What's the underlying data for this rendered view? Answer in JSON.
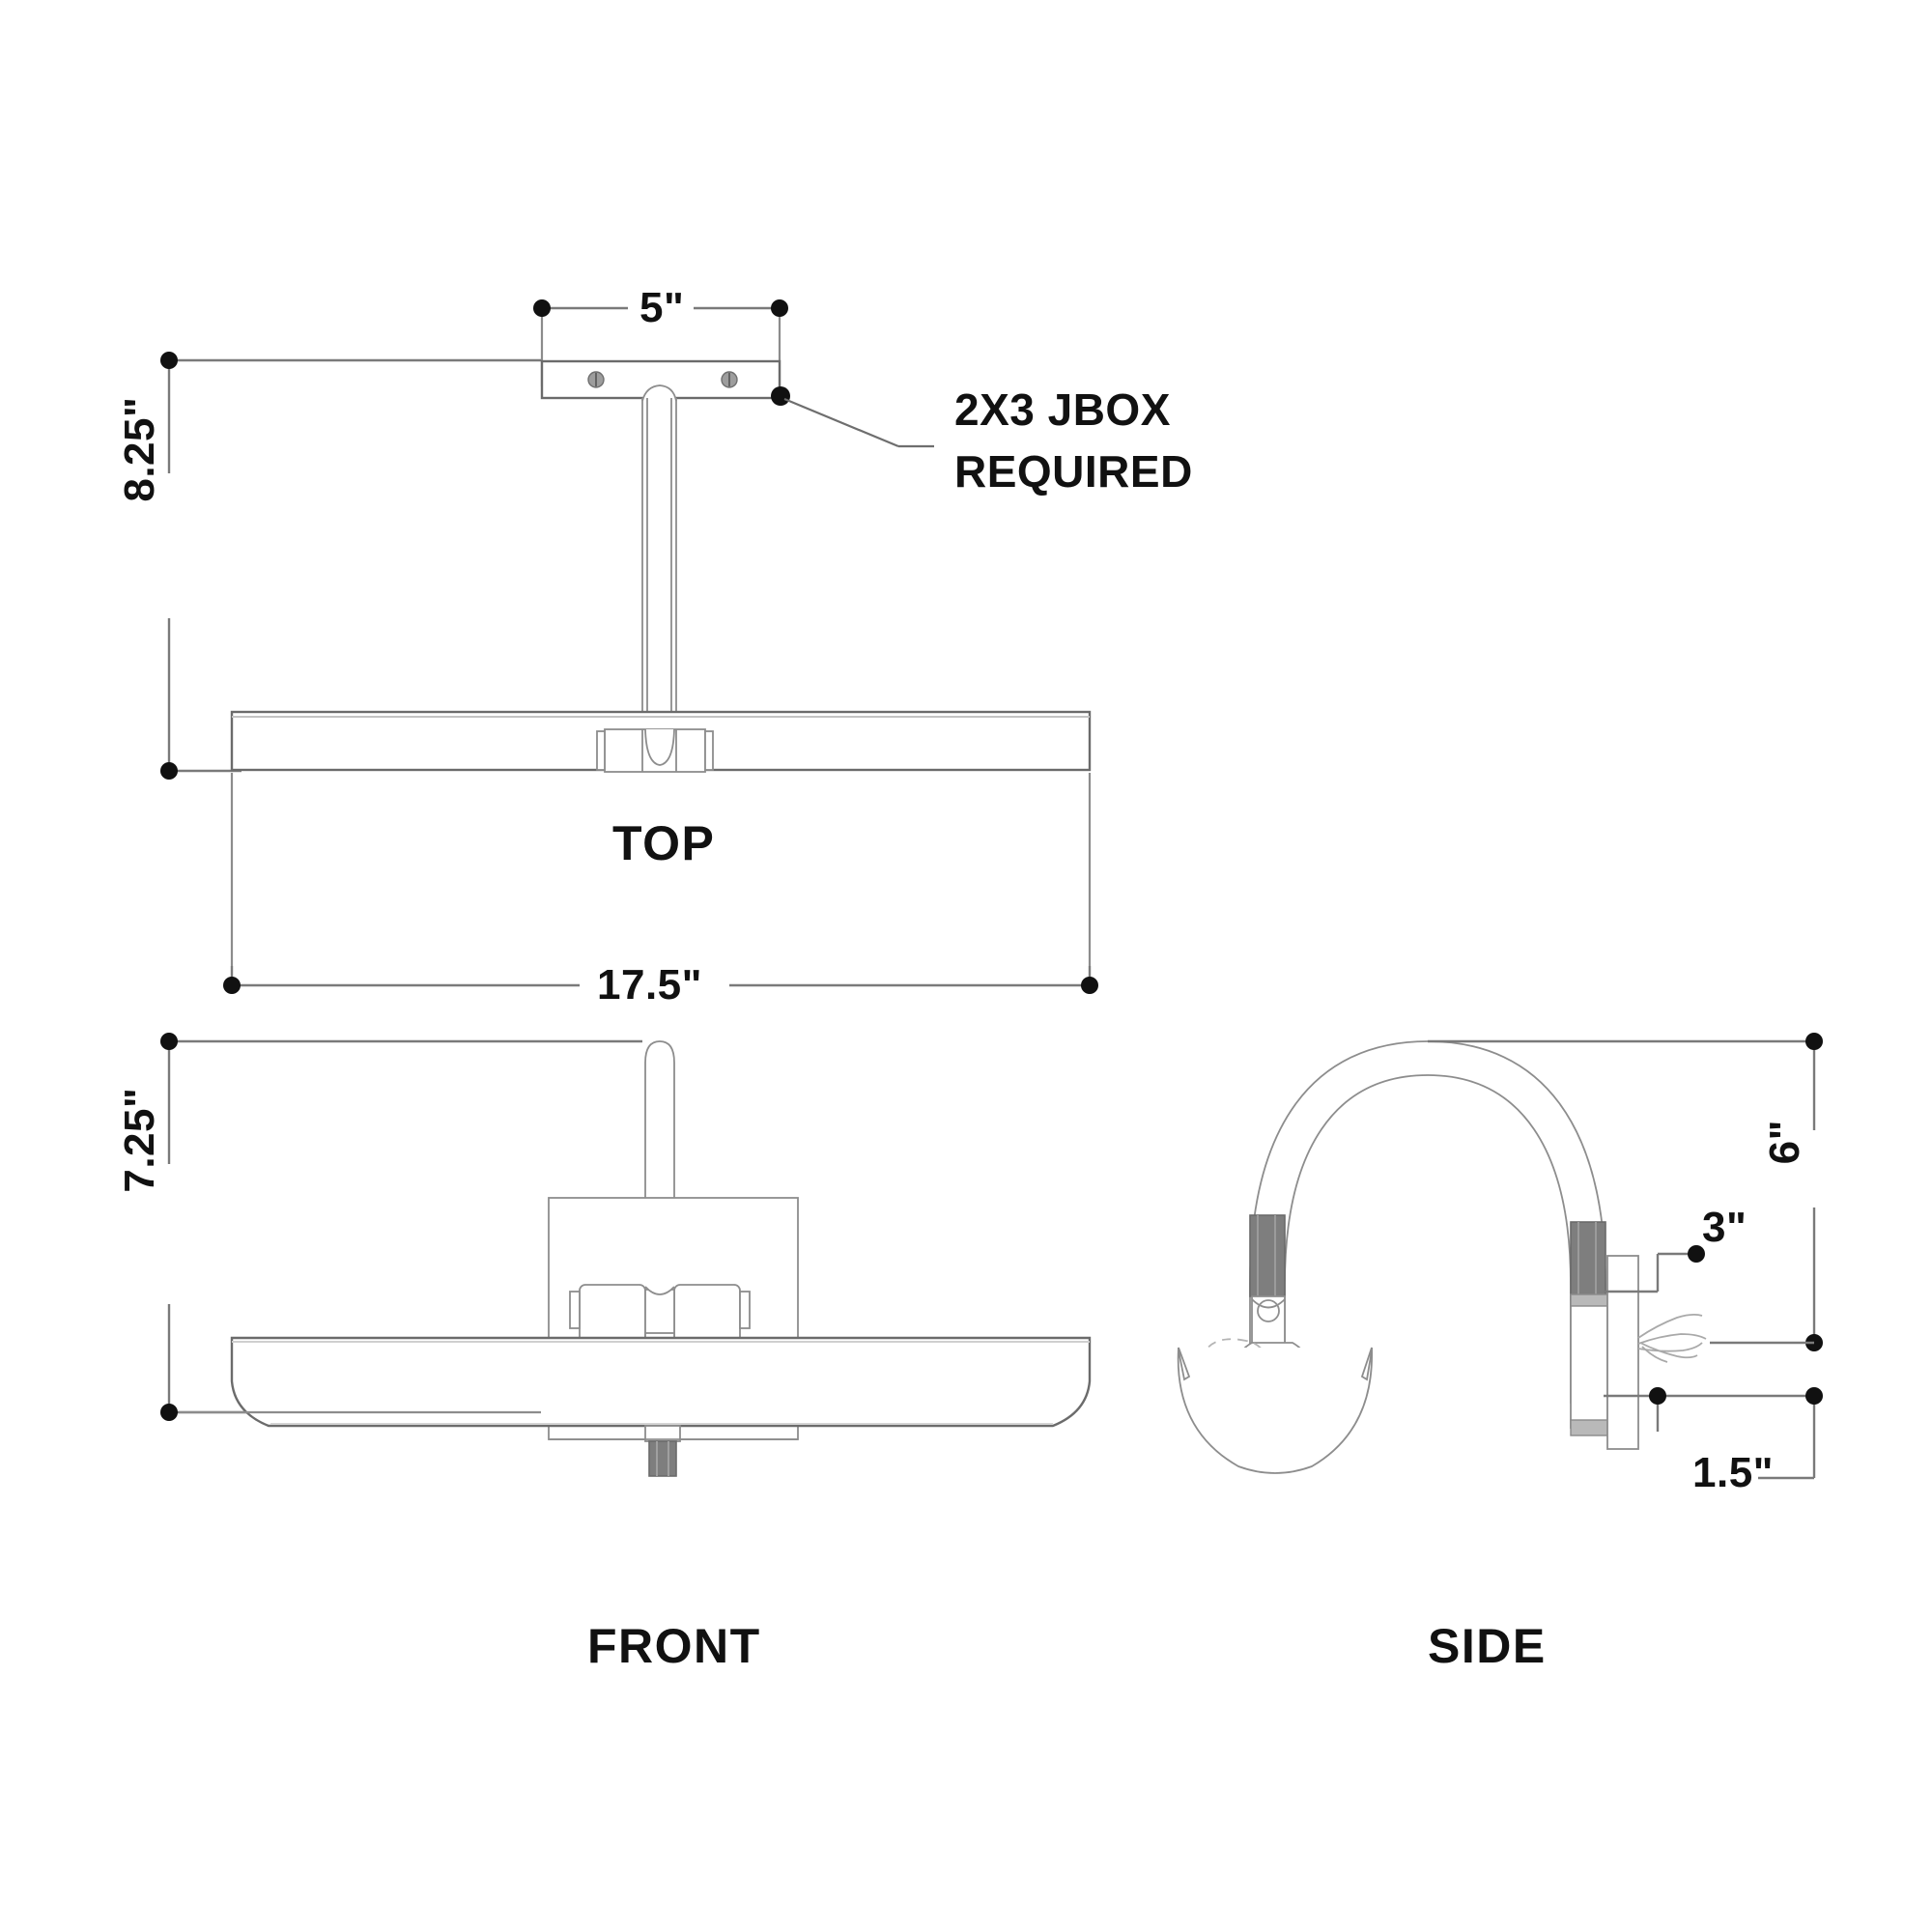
{
  "drawing": {
    "title_note": "2X3 JBOX REQUIRED",
    "note_line1": "2X3 JBOX",
    "note_line2": "REQUIRED"
  },
  "views": {
    "top": {
      "label": "TOP"
    },
    "front": {
      "label": "FRONT"
    },
    "side": {
      "label": "SIDE"
    }
  },
  "dimensions": {
    "jbox_width": "5\"",
    "top_depth": "8.25\"",
    "overall_width": "17.5\"",
    "front_height": "7.25\"",
    "side_projection": "6\"",
    "side_backplate_offset": "3\"",
    "side_backplate_depth": "1.5\""
  },
  "colors": {
    "line": "#6b6b6b",
    "dimension": "#7a7a7a",
    "text": "#111111",
    "metal_dark": "#7e7e7e",
    "metal_mid": "#b9b9b9",
    "background": "#ffffff"
  }
}
